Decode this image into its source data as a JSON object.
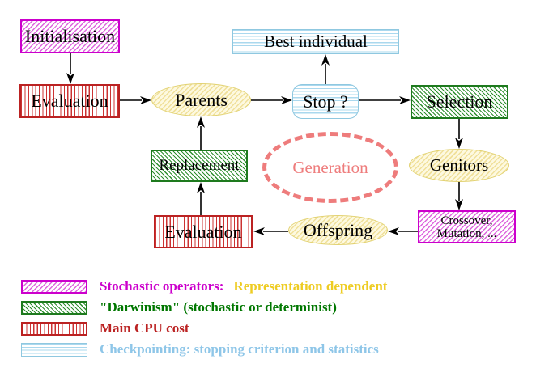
{
  "nodes": {
    "initialisation": {
      "label": "Initialisation"
    },
    "evaluation_top": {
      "label": "Evaluation"
    },
    "parents": {
      "label": "Parents"
    },
    "best_individual": {
      "label": "Best individual"
    },
    "stop": {
      "label": "Stop ?"
    },
    "selection": {
      "label": "Selection"
    },
    "genitors": {
      "label": "Genitors"
    },
    "crossover_mutation": {
      "line1": "Crossover,",
      "line2": "Mutation, ..."
    },
    "offspring": {
      "label": "Offspring"
    },
    "evaluation_bottom": {
      "label": "Evaluation"
    },
    "replacement": {
      "label": "Replacement"
    },
    "generation": {
      "label": "Generation"
    }
  },
  "legend": [
    {
      "text": "Stochastic operators:",
      "text2": "Representation dependent"
    },
    {
      "text": "\"Darwinism\" (stochastic or determinist)"
    },
    {
      "text": "Main CPU cost"
    },
    {
      "text": "Checkpointing: stopping criterion and statistics"
    }
  ],
  "colors": {
    "magenta": "#cc00cc",
    "green_dark": "#1e7a1e",
    "green_text": "#007700",
    "red_dark": "#bb2222",
    "sky_border": "#8fc8e0",
    "sky_text": "#8ec6e8",
    "gold_text": "#eecc22",
    "yellow_border": "#e2d272",
    "salmon": "#ee7c7c"
  }
}
